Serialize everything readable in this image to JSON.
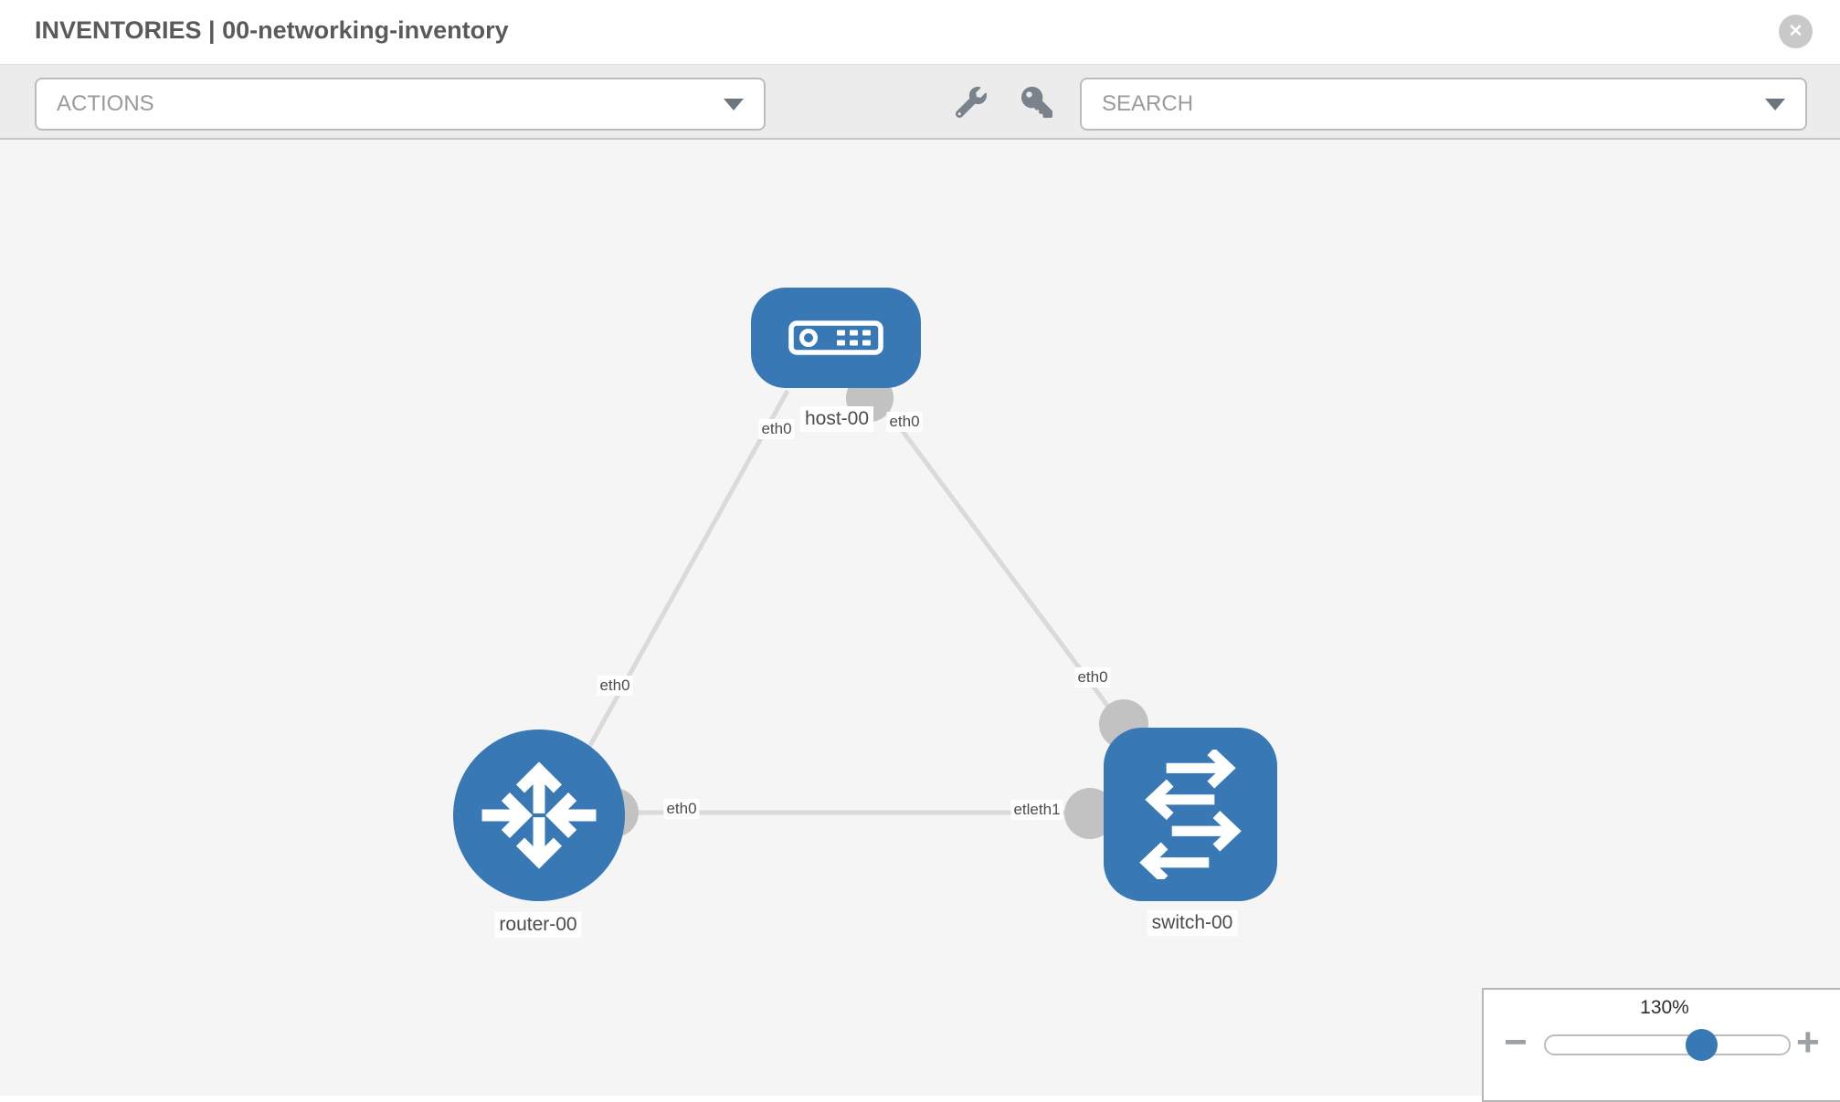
{
  "header": {
    "title": "INVENTORIES | 00-networking-inventory"
  },
  "toolbar": {
    "actions_label": "ACTIONS",
    "search_label": "SEARCH"
  },
  "icons": {
    "close": "✕",
    "zoom_out": "−",
    "zoom_in": "+",
    "wrench": "wrench-icon",
    "key": "key-icon"
  },
  "topology": {
    "nodes": [
      {
        "id": "host-00",
        "type": "host",
        "label": "host-00"
      },
      {
        "id": "router-00",
        "type": "router",
        "label": "router-00"
      },
      {
        "id": "switch-00",
        "type": "switch",
        "label": "switch-00"
      }
    ],
    "links": [
      {
        "from": "host-00",
        "to": "router-00",
        "from_interface": "eth0",
        "to_interface": "eth0"
      },
      {
        "from": "host-00",
        "to": "switch-00",
        "from_interface": "eth0",
        "to_interface": "eth0"
      },
      {
        "from": "router-00",
        "to": "switch-00",
        "from_interface": "eth0",
        "to_interface": "etleth1"
      }
    ]
  },
  "if_labels": {
    "host_left": "eth0",
    "host_right": "eth0",
    "router_link": "eth0",
    "switch_link": "eth0",
    "mid_left": "eth0",
    "mid_right": "etleth1"
  },
  "zoom_control": {
    "value": "130%"
  },
  "colors": {
    "node_blue": "#3778b5",
    "link_gray": "#dadada",
    "connector_gray": "#c2c2c2",
    "canvas_bg": "#f5f5f5",
    "toolbar_bg": "#ececec",
    "title_text": "#5a5a5a",
    "muted_text": "#9b9b9b",
    "icon_gray": "#7a838b"
  }
}
